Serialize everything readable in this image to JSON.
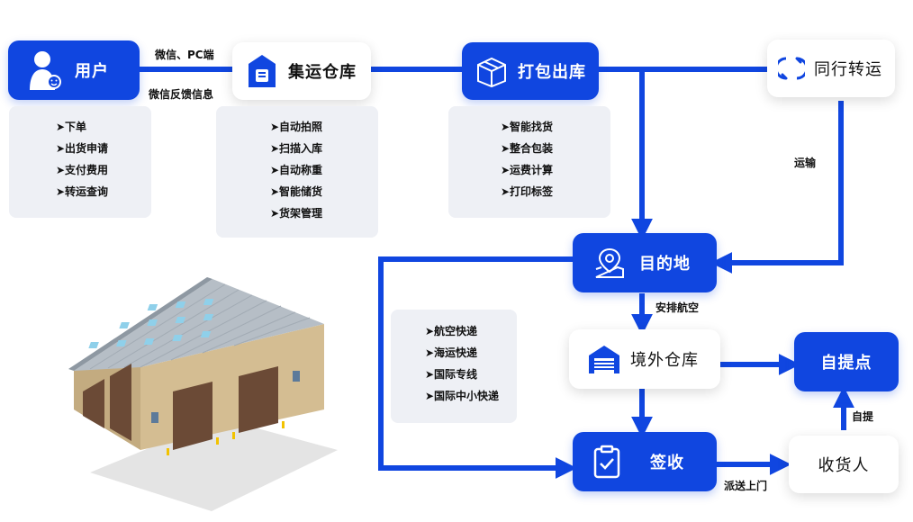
{
  "nodes": {
    "user": "用户",
    "consolidation_warehouse": "集运仓库",
    "pack_out": "打包出库",
    "peer_transfer": "同行转运",
    "destination": "目的地",
    "overseas_warehouse": "境外仓库",
    "pickup_point": "自提点",
    "receive": "签收",
    "recipient": "收货人"
  },
  "panels": {
    "user_tasks": [
      "➤下单",
      "➤出货申请",
      "➤支付费用",
      "➤转运查询"
    ],
    "warehouse_tasks": [
      "➤自动拍照",
      "➤扫描入库",
      "➤自动称重",
      "➤智能储货",
      "➤货架管理"
    ],
    "pack_tasks": [
      "➤智能找货",
      "➤整合包装",
      "➤运费计算",
      "➤打印标签"
    ],
    "shipping_methods": [
      "➤航空快递",
      "➤海运快递",
      "➤国际专线",
      "➤国际中小快递"
    ]
  },
  "edges": {
    "wechat_pc": "微信、PC端",
    "wechat_feedback": "微信反馈信息",
    "transport": "运输",
    "arrange_air": "安排航空",
    "self_pickup": "自提",
    "door_delivery": "派送上门"
  },
  "colors": {
    "primary": "#1046e0",
    "panel": "#eef0f5"
  }
}
